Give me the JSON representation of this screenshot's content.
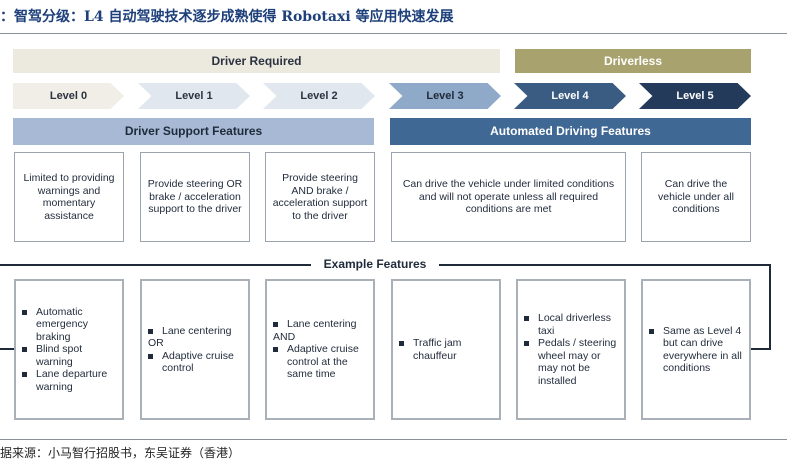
{
  "title": "：智驾分级：L4 自动驾驶技术逐步成熟使得 Robotaxi 等应用快速发展",
  "bands": {
    "driver_required": "Driver Required",
    "driverless": "Driverless"
  },
  "levels": [
    {
      "label": "Level 0",
      "bg": "#f0eee6",
      "fg": "#2b3340"
    },
    {
      "label": "Level 1",
      "bg": "#e1e7ef",
      "fg": "#2b3340"
    },
    {
      "label": "Level 2",
      "bg": "#e1e7ef",
      "fg": "#2b3340"
    },
    {
      "label": "Level 3",
      "bg": "#8fa9c8",
      "fg": "#1f2a3a"
    },
    {
      "label": "Level 4",
      "bg": "#3a5b82",
      "fg": "#ffffff"
    },
    {
      "label": "Level 5",
      "bg": "#233a5a",
      "fg": "#ffffff"
    }
  ],
  "sections": {
    "support": "Driver Support Features",
    "automated": "Automated Driving Features"
  },
  "descriptions": [
    "Limited to providing warnings and momentary assistance",
    "Provide steering OR brake / acceleration support to the driver",
    "Provide steering AND brake / acceleration support to the driver",
    "Can drive the vehicle under limited conditions and will not operate unless all required conditions are met",
    "Can drive the vehicle under all conditions"
  ],
  "example_features_label": "Example Features",
  "examples": [
    [
      "Automatic emergency braking",
      "Blind spot warning",
      "Lane departure warning"
    ],
    [
      "Lane centering",
      "OR",
      "Adaptive cruise control"
    ],
    [
      "Lane centering",
      "AND",
      "Adaptive cruise control at the same time"
    ],
    [
      "Traffic jam chauffeur"
    ],
    [
      "Local driverless taxi",
      "Pedals / steering wheel may or may not be installed"
    ],
    [
      "Same as Level 4 but can drive everywhere in all conditions"
    ]
  ],
  "footer": "据来源：小马智行招股书，东吴证券（香港）",
  "colors": {
    "title": "#1d3f7a",
    "band_required": "#ece9df",
    "band_driverless": "#a8a36e",
    "support_header": "#a7b9d4",
    "automated_header": "#3f6894"
  }
}
